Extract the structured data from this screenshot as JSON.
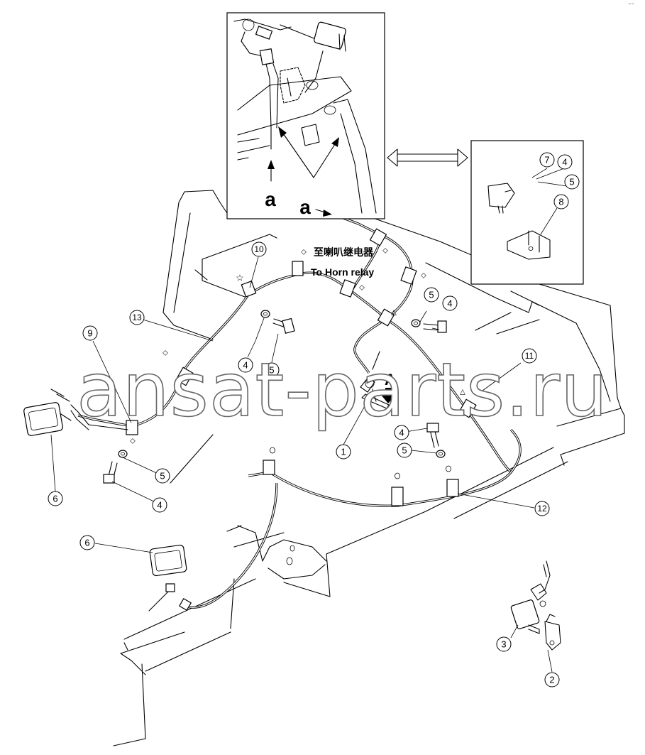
{
  "diagram": {
    "top_right_mark": "⁻⁻",
    "view_letters": {
      "detail_a_1": "a",
      "detail_a_2": "a",
      "view_A": "A"
    },
    "labels": {
      "horn_relay_cn": "至喇叭继电器",
      "horn_relay_en": "To Horn relay"
    },
    "watermark": "ansat-parts.ru",
    "callouts": {
      "c1": "1",
      "c2": "2",
      "c3": "3",
      "c4a": "4",
      "c4b": "4",
      "c4c": "4",
      "c4d": "4",
      "c4e": "4",
      "c5a": "5",
      "c5b": "5",
      "c5c": "5",
      "c5d": "5",
      "c5e": "5",
      "c6a": "6",
      "c6b": "6",
      "c7": "7",
      "c8": "8",
      "c9": "9",
      "c10": "10",
      "c11": "11",
      "c12": "12",
      "c13": "13"
    },
    "markers": {
      "star": "☆",
      "diamond": "◇",
      "triangle": "△"
    }
  }
}
